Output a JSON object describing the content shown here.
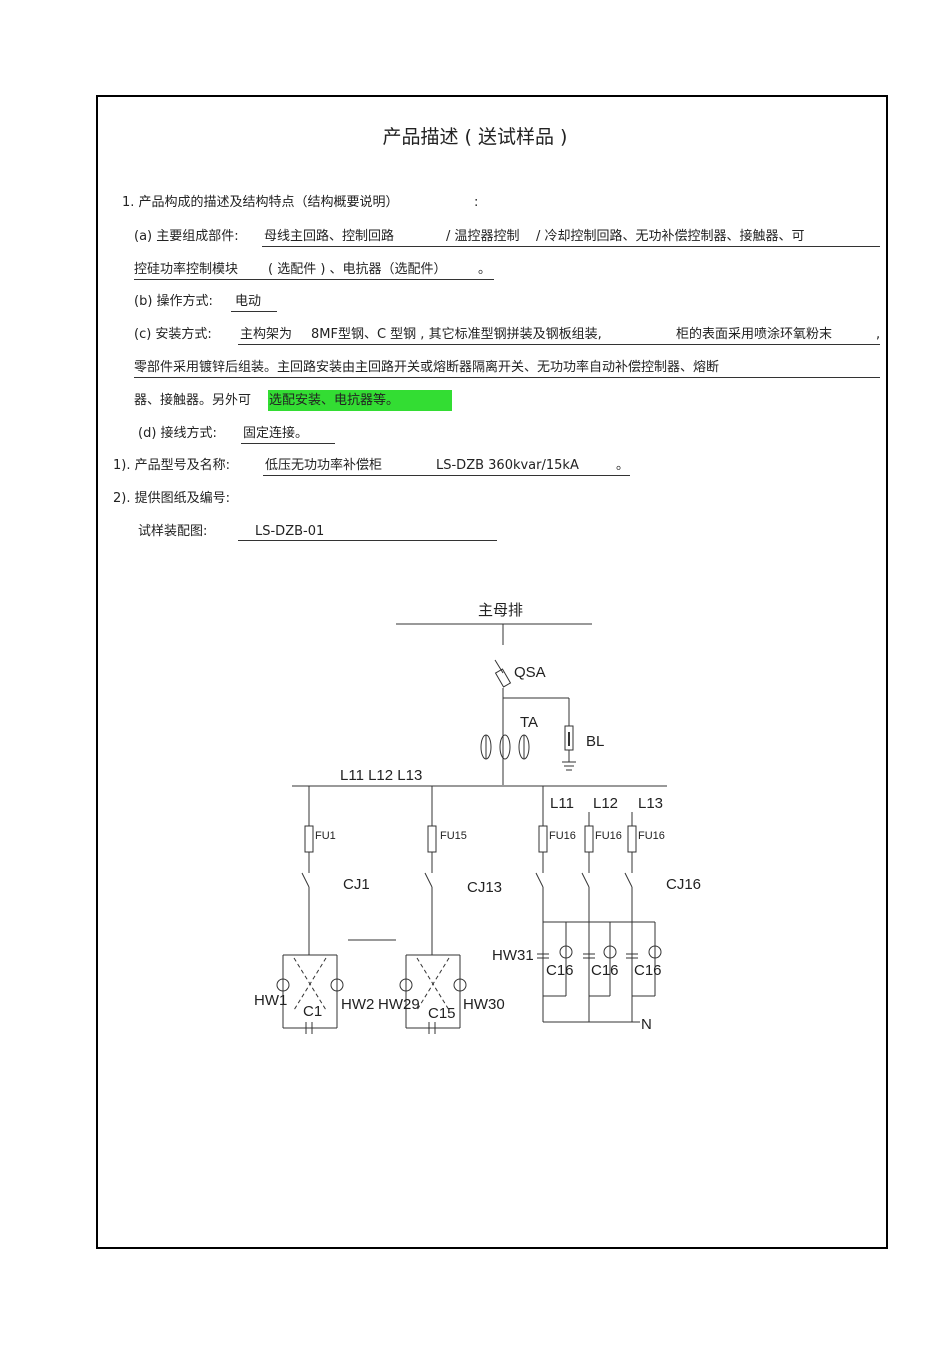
{
  "document": {
    "title": "产品描述 ( 送试样品 )",
    "section1": {
      "heading": "1. 产品构成的描述及结构特点（结构概要说明）",
      "heading_colon": ":",
      "a_label": "(a)  主要组成部件:",
      "a_line1": "母线主回路、控制回路",
      "a_line1b": "/ 温控器控制",
      "a_line1c": "/ 冷却控制回路、无功补偿控制器、接触器、可",
      "a_line2": "控硅功率控制模块",
      "a_line2b": "( 选配件 ) 、电抗器（选配件）",
      "a_line2c": "。",
      "b_label": "(b)  操作方式:",
      "b_value": "电动",
      "c_label": "(c)  安装方式:",
      "c_line1": "主构架为",
      "c_line1b": "8MF型钢、C 型钢 , 其它标准型钢拼装及钢板组装,",
      "c_line1c": "柜的表面采用喷涂环氧粉末",
      "c_line1d": ",",
      "c_line2": "零部件采用镀锌后组装。主回路安装由主回路开关或熔断器隔离开关、无功功率自动补偿控制器、熔断",
      "c_line3a": "器、接触器。另外可",
      "c_line3b": "选配安装、电抗器等。",
      "d_label": "(d)   接线方式:",
      "d_value": "固定连接。"
    },
    "item1_label": "1).    产品型号及名称:",
    "item1_value": "低压无功功率补偿柜",
    "item1_model": "LS-DZB   360kvar/15kA",
    "item1_end": "。",
    "item2_label": "2).    提供图纸及编号:",
    "drawing_label": "试样装配图:",
    "drawing_value": "LS-DZB-01"
  },
  "diagram": {
    "busbar": "主母排",
    "qsa": "QSA",
    "ta": "TA",
    "bl": "BL",
    "bus_phases": "L11 L12 L13",
    "l11": "L11",
    "l12": "L12",
    "l13": "L13",
    "fu1": "FU1",
    "fu15": "FU15",
    "fu16a": "FU16",
    "fu16b": "FU16",
    "fu16c": "FU16",
    "cj1": "CJ1",
    "cj13": "CJ13",
    "cj16": "CJ16",
    "hw1": "HW1",
    "hw2": "HW2",
    "hw29": "HW29",
    "hw30": "HW30",
    "hw31": "HW31",
    "c1": "C1",
    "c15": "C15",
    "c16a": "C16",
    "c16b": "C16",
    "c16c": "C16",
    "n": "N"
  }
}
